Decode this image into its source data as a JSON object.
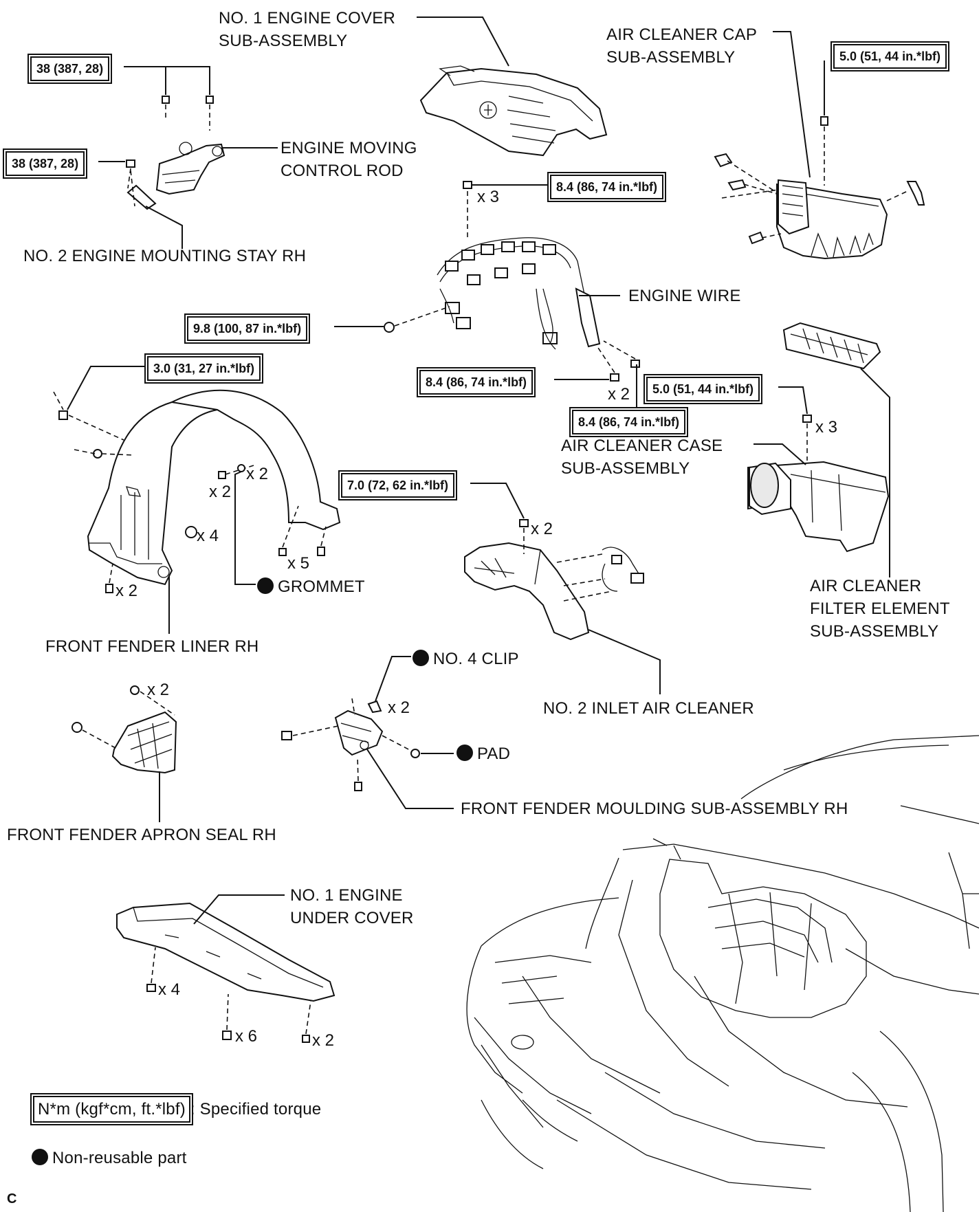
{
  "labels": {
    "engine_cover": "NO. 1 ENGINE COVER\nSUB-ASSEMBLY",
    "air_cleaner_cap": "AIR CLEANER CAP\nSUB-ASSEMBLY",
    "engine_moving_control_rod": "ENGINE MOVING\nCONTROL ROD",
    "engine_mounting_stay": "NO. 2 ENGINE MOUNTING STAY RH",
    "engine_wire": "ENGINE WIRE",
    "air_cleaner_case": "AIR CLEANER CASE\nSUB-ASSEMBLY",
    "air_cleaner_filter": "AIR CLEANER\nFILTER ELEMENT\nSUB-ASSEMBLY",
    "grommet": "GROMMET",
    "front_fender_liner": "FRONT FENDER LINER RH",
    "no4_clip": "NO. 4 CLIP",
    "no2_inlet": "NO. 2 INLET AIR CLEANER",
    "pad": "PAD",
    "front_fender_moulding": "FRONT FENDER MOULDING SUB-ASSEMBLY RH",
    "front_fender_apron_seal": "FRONT FENDER APRON SEAL RH",
    "engine_under_cover": "NO. 1 ENGINE\nUNDER COVER"
  },
  "torques": {
    "t_rod_top": "38 (387, 28)",
    "t_rod_left": "38 (387, 28)",
    "t_cap": "5.0 (51, 44 in.*lbf)",
    "t_wire_top": "8.4 (86, 74 in.*lbf)",
    "t_wire_left": "9.8 (100, 87 in.*lbf)",
    "t_liner": "3.0 (31, 27 in.*lbf)",
    "t_wire_bottom": "8.4 (86, 74 in.*lbf)",
    "t_case_top": "5.0 (51, 44 in.*lbf)",
    "t_case_left": "8.4 (86, 74 in.*lbf)",
    "t_inlet": "7.0 (72, 62 in.*lbf)"
  },
  "counts": {
    "c_wire_top": "x 3",
    "c_wire_bottom": "x 2",
    "c_case": "x 3",
    "c_liner_a": "x 2",
    "c_liner_b": "x 2",
    "c_liner_c": "x 4",
    "c_liner_d": "x 5",
    "c_liner_e": "x 2",
    "c_inlet": "x 2",
    "c_apron": "x 2",
    "c_clip": "x 2",
    "c_under_a": "x 4",
    "c_under_b": "x 6",
    "c_under_c": "x 2"
  },
  "legend": {
    "torque_unit": "N*m (kgf*cm, ft.*lbf)",
    "torque_text": ": Specified torque",
    "nonreusable_text": "Non-reusable part"
  },
  "corner_mark": "C"
}
